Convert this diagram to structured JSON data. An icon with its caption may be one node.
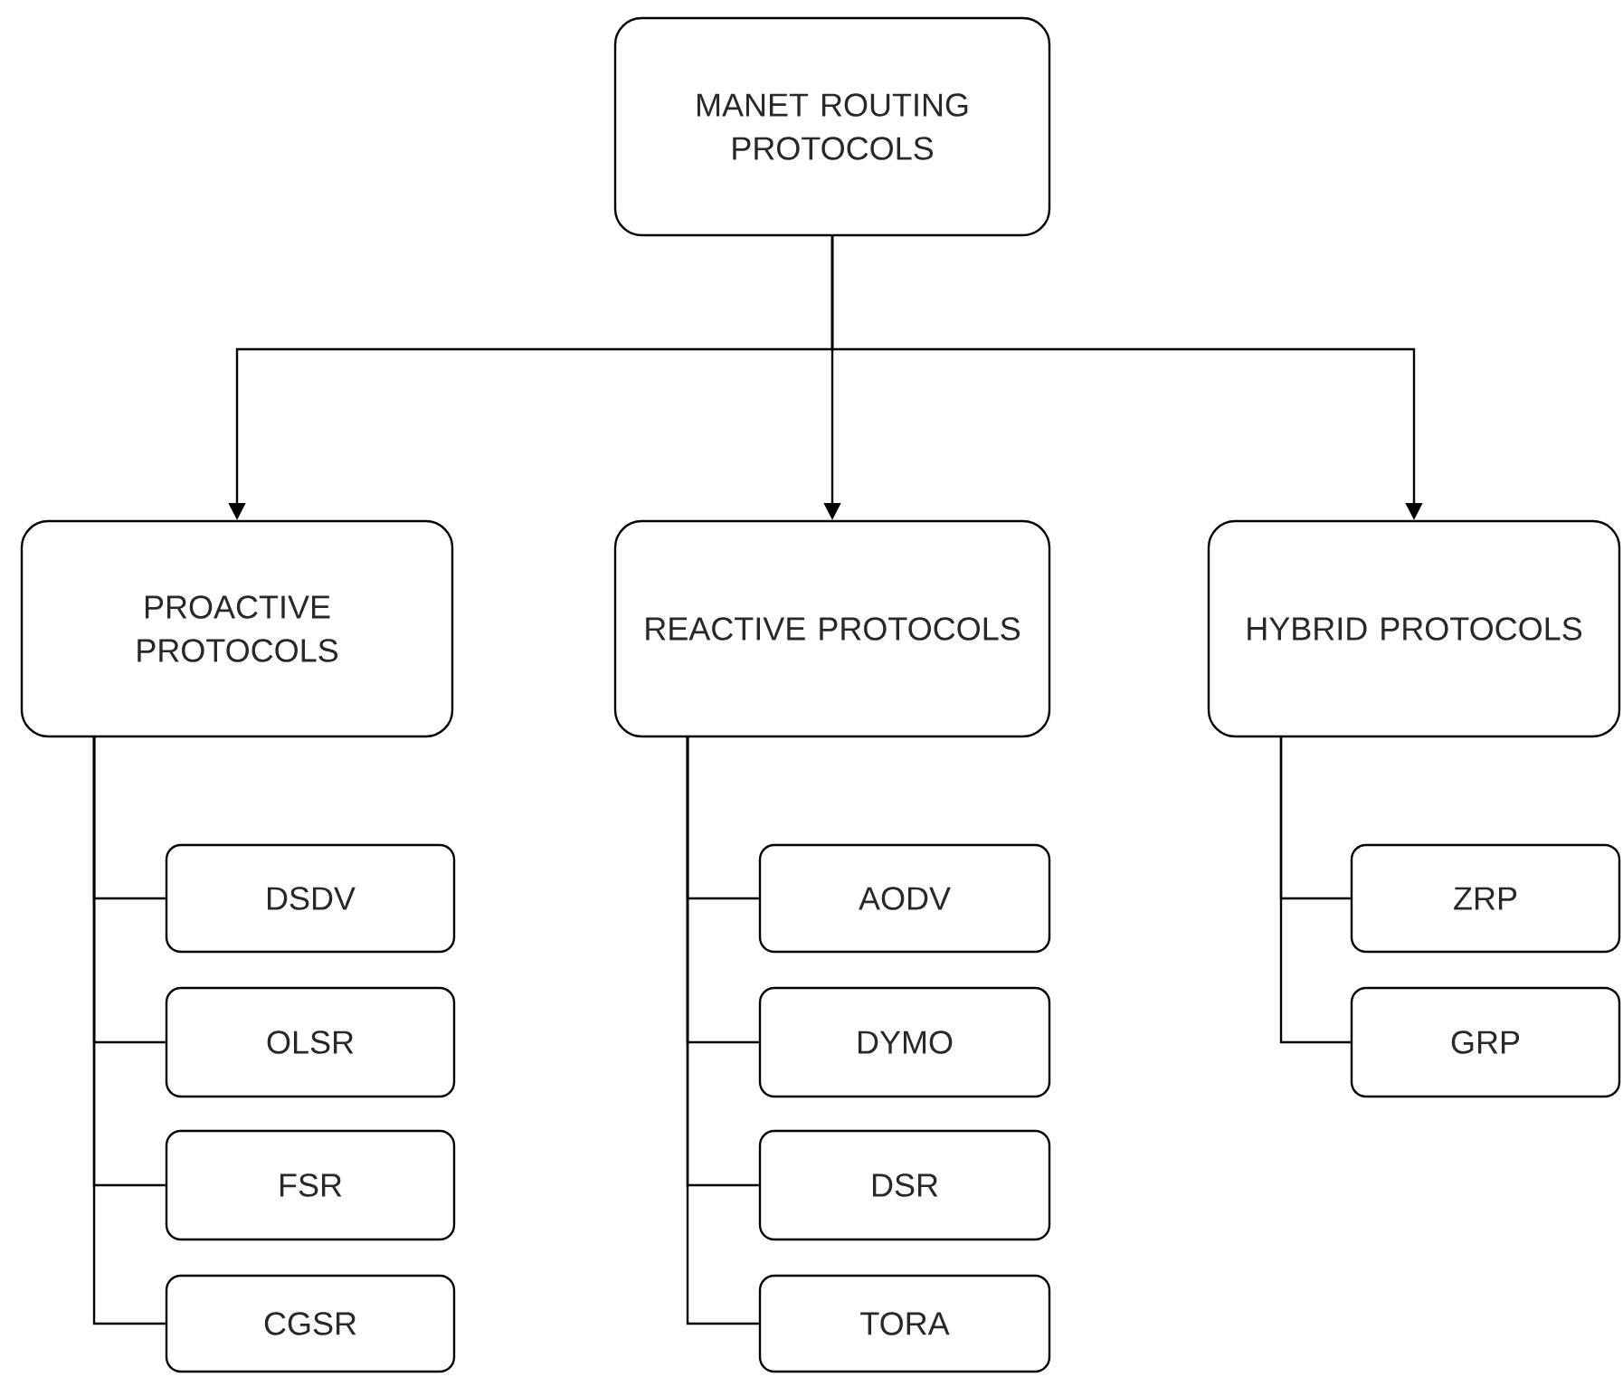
{
  "diagram": {
    "nodes": [
      {
        "text": [
          "MANET ROUTING PROTOCOLS"
        ]
      },
      {
        "text": [
          "PROACTIVE PROTOCOLS"
        ]
      },
      {
        "text": [
          "REACTIVE PROTOCOLS"
        ]
      },
      {
        "text": [
          "HYBRID PROTOCOLS"
        ]
      },
      {
        "text": [
          "DSDV"
        ]
      },
      {
        "text": [
          "OLSR"
        ]
      },
      {
        "text": [
          "FSR"
        ]
      },
      {
        "text": [
          "CGSR"
        ]
      },
      {
        "text": [
          "AODV"
        ]
      },
      {
        "text": [
          "DYMO"
        ]
      },
      {
        "text": [
          "DSR"
        ]
      },
      {
        "text": [
          "TORA"
        ]
      },
      {
        "text": [
          "ZRP"
        ]
      },
      {
        "text": [
          "GRP"
        ]
      }
    ],
    "edges": [
      {
        "from": 0,
        "to": 1,
        "arrow": "to"
      },
      {
        "from": 0,
        "to": 2,
        "arrow": "to"
      },
      {
        "from": 0,
        "to": 3,
        "arrow": "to"
      },
      {
        "from": 1,
        "to": 4,
        "arrow": "none"
      },
      {
        "from": 1,
        "to": 5,
        "arrow": "none"
      },
      {
        "from": 1,
        "to": 6,
        "arrow": "none"
      },
      {
        "from": 1,
        "to": 7,
        "arrow": "none"
      },
      {
        "from": 2,
        "to": 8,
        "arrow": "none"
      },
      {
        "from": 2,
        "to": 9,
        "arrow": "none"
      },
      {
        "from": 2,
        "to": 10,
        "arrow": "none"
      },
      {
        "from": 2,
        "to": 11,
        "arrow": "none"
      },
      {
        "from": 3,
        "to": 12,
        "arrow": "none"
      },
      {
        "from": 3,
        "to": 13,
        "arrow": "none"
      }
    ]
  }
}
